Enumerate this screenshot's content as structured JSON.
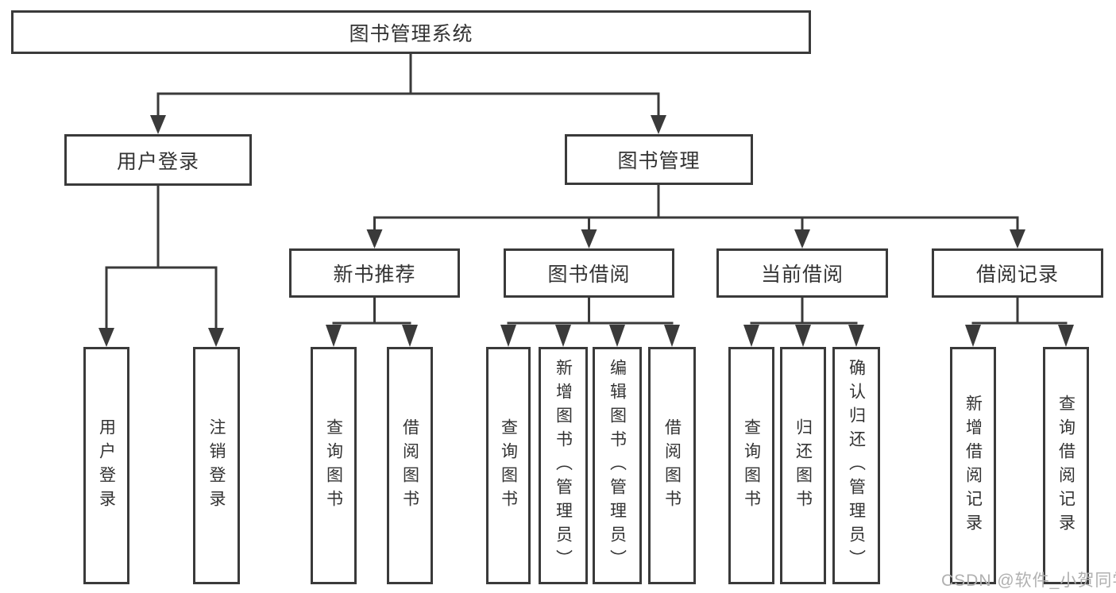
{
  "colors": {
    "line": "#3a3a3a",
    "box_border": "#3a3a3a",
    "text": "#333333",
    "watermark": "#b0b0b0",
    "background": "#ffffff"
  },
  "tree": {
    "label": "图书管理系统",
    "children": [
      {
        "label": "用户登录",
        "children": [
          {
            "label": "用户登录"
          },
          {
            "label": "注销登录"
          }
        ]
      },
      {
        "label": "图书管理",
        "children": [
          {
            "label": "新书推荐",
            "children": [
              {
                "label": "查询图书"
              },
              {
                "label": "借阅图书"
              }
            ]
          },
          {
            "label": "图书借阅",
            "children": [
              {
                "label": "查询图书"
              },
              {
                "label": "新增图书（管理员）"
              },
              {
                "label": "编辑图书（管理员）"
              },
              {
                "label": "借阅图书"
              }
            ]
          },
          {
            "label": "当前借阅",
            "children": [
              {
                "label": "查询图书"
              },
              {
                "label": "归还图书"
              },
              {
                "label": "确认归还（管理员）"
              }
            ]
          },
          {
            "label": "借阅记录",
            "children": [
              {
                "label": "新增借阅记录"
              },
              {
                "label": "查询借阅记录"
              }
            ]
          }
        ]
      }
    ]
  },
  "watermark": {
    "text": "CSDN @软件_小贺同学"
  }
}
